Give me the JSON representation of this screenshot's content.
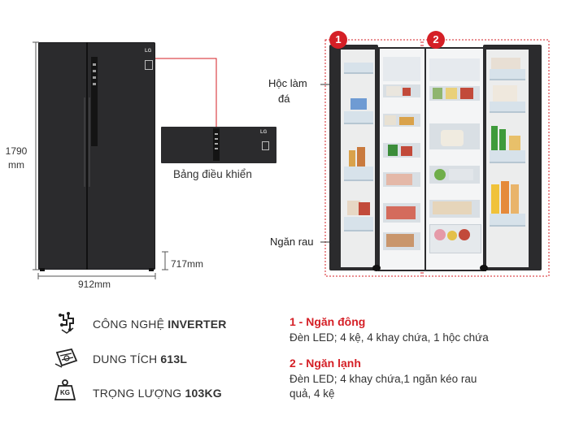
{
  "dimensions": {
    "height_value": "1790",
    "height_unit": "mm",
    "width": "912mm",
    "depth": "717mm"
  },
  "control_panel_label": "Bảng điều khiển",
  "brand_text": "LG",
  "callouts": {
    "ice_box_line1": "Hộc làm",
    "ice_box_line2": "đá",
    "vegetable_drawer": "Ngăn rau"
  },
  "badges": {
    "left": "1",
    "right": "2"
  },
  "features": [
    {
      "icon": "inverter-icon",
      "label": "CÔNG NGHỆ ",
      "value": "INVERTER"
    },
    {
      "icon": "capacity-icon",
      "label": "DUNG TÍCH ",
      "value": "613L"
    },
    {
      "icon": "weight-icon",
      "label": "TRỌNG LƯỢNG ",
      "value": "103KG",
      "icon_text": "KG"
    }
  ],
  "compartments": [
    {
      "title": "1 - Ngăn đông",
      "desc": "Đèn LED; 4 kệ, 4 khay chứa, 1 hộc chứa"
    },
    {
      "title": "2 - Ngăn lạnh",
      "desc_line1": "Đèn LED; 4 khay chứa,1 ngăn kéo rau",
      "desc_line2": "quả, 4 kệ"
    }
  ],
  "colors": {
    "accent_red": "#d51f26",
    "fridge_body": "#2b2b2d",
    "interior": "#f3f4f5"
  }
}
